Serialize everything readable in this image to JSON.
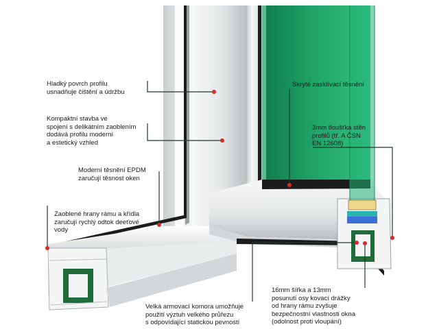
{
  "colors": {
    "glass": "#1fa56a",
    "glass_light": "#34c07f",
    "glass_dark": "#0f7a4a",
    "gasket": "#1c1c1c",
    "reinforcement": "#1f6b3a",
    "profile_white": "#f2f3f3",
    "profile_shadow": "#c9cdcf",
    "leader_line": "#1c3a2a",
    "dot": "#d42a2a",
    "spacer_teal": "#2bb3b0",
    "spacer_blue": "#3b6fd6"
  },
  "annotations": [
    {
      "id": "smooth-surface",
      "text": "Hladký povrch profilu\nusnadňuje čištění a údržbu"
    },
    {
      "id": "compact-build",
      "text": "Kompaktní stavba ve\nspojení s delikátním zaoblením\ndodává profilu moderní\na estetický vzhled"
    },
    {
      "id": "epdm-seal",
      "text": "Moderní těsnění EPDM\nzaručují těsnost oken"
    },
    {
      "id": "rounded-edges",
      "text": "Zaoblené hrany rámu a křídla\nzaručují rychlý odtok deeťové\nvody"
    },
    {
      "id": "hidden-glazing-seal",
      "text": "Skryté zasklívací těsnění"
    },
    {
      "id": "wall-thickness",
      "text": "3mm tloušťka stěn\nprofilů (tř. A ČSN\nEN 12608)"
    },
    {
      "id": "reinforcement-chamber",
      "text": "Velká armovací komora umožňuje\npoužití výztuh velkého průřezu\ns odpovídající statickou pevností"
    },
    {
      "id": "hardware-groove",
      "text": "16mm šířka a 13mm\nposunutí osy kovací drážky\nod hrany rámu zvyšuje\nbezpečnostní vlastnosti okna\n(odolnost proti vloupání)"
    }
  ]
}
